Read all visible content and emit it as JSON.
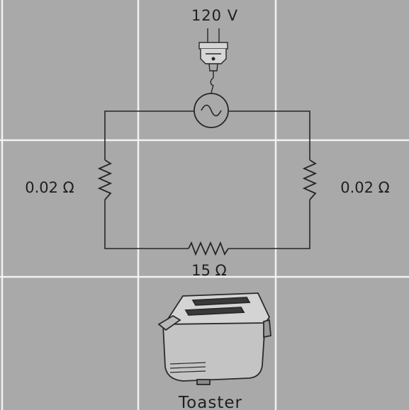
{
  "source": {
    "voltage_label": "120 V",
    "icon": "plug-icon",
    "symbol": "ac-source-icon"
  },
  "resistors": {
    "left_label": "0.02 Ω",
    "right_label": "0.02 Ω",
    "bottom_label": "15 Ω"
  },
  "appliance": {
    "label": "Toaster",
    "icon": "toaster-icon"
  },
  "colors": {
    "background": "#a9a9a9",
    "grid": "#f2f2f2",
    "wire": "#262626"
  }
}
